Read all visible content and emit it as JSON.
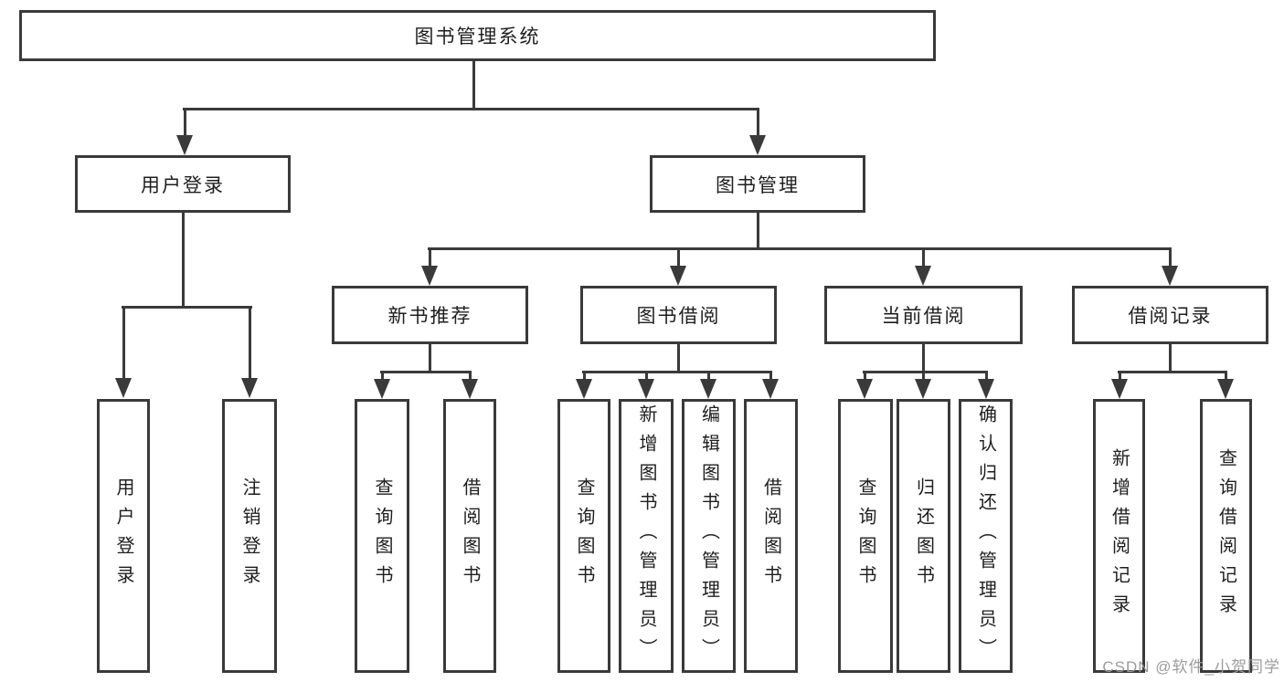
{
  "nodes": {
    "root": {
      "label": "图书管理系统"
    },
    "level2": [
      {
        "label": "用户登录"
      },
      {
        "label": "图书管理"
      }
    ],
    "level3": [
      {
        "label": "新书推荐"
      },
      {
        "label": "图书借阅"
      },
      {
        "label": "当前借阅"
      },
      {
        "label": "借阅记录"
      }
    ],
    "leaves": [
      {
        "label": "用户登录"
      },
      {
        "label": "注销登录"
      },
      {
        "label": "查询图书"
      },
      {
        "label": "借阅图书"
      },
      {
        "label": "查询图书"
      },
      {
        "label": "新增图书（管理员）"
      },
      {
        "label": "编辑图书（管理员）"
      },
      {
        "label": "借阅图书"
      },
      {
        "label": "查询图书"
      },
      {
        "label": "归还图书"
      },
      {
        "label": "确认归还（管理员）"
      },
      {
        "label": "新增借阅记录"
      },
      {
        "label": "查询借阅记录"
      }
    ]
  },
  "watermark": {
    "text": "CSDN @软件_小贺同学"
  },
  "colors": {
    "line": "#3a3a3a",
    "text": "#1e1e1e",
    "background": "#ffffff",
    "watermark": "#9c9c9c"
  }
}
